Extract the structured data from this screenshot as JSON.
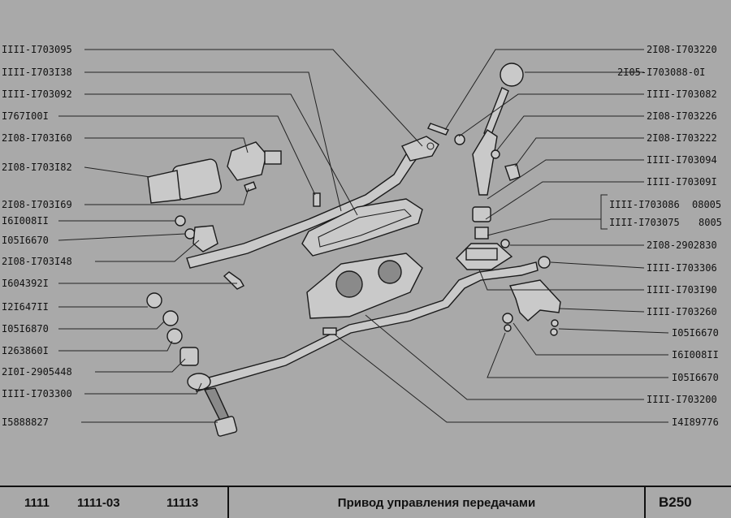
{
  "labels_left": [
    "IIII-I703095",
    "IIII-I703I38",
    "IIII-I703092",
    "I767I00I",
    "2I08-I703I60",
    "2I08-I703I82",
    "2I08-I703I69",
    "I6I008II",
    "I05I6670",
    "2I08-I703I48",
    "I604392I",
    "I2I647II",
    "I05I6870",
    "I263860I",
    "2I0I-2905448",
    "IIII-I703300",
    "I5888827"
  ],
  "labels_right": [
    "2I08-I703220",
    "2I05-I703088-0I",
    "IIII-I703082",
    "2I08-I703226",
    "2I08-I703222",
    "IIII-I703094",
    "IIII-I70309I",
    "IIII-I703086",
    "IIII-I703075",
    "2I08-2902830",
    "IIII-I703306",
    "IIII-I703I90",
    "IIII-I703260",
    "I05I6670",
    "I6I008II",
    "I05I6670",
    "IIII-I703200",
    "I4I89776"
  ],
  "bracket_suffixes": [
    "08005",
    "8005"
  ],
  "footer": {
    "models": [
      "1111",
      "1111-03",
      "11113"
    ],
    "title": "Привод управления передачами",
    "code": "В250"
  }
}
